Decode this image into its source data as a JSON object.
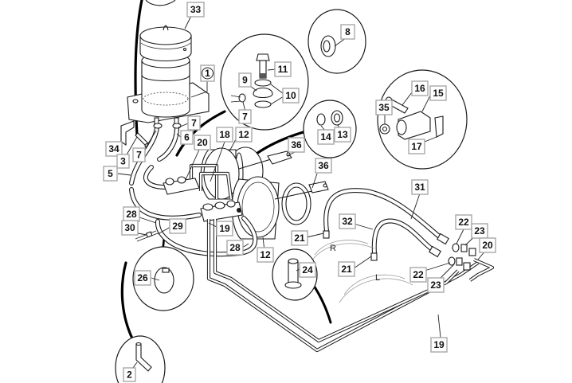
{
  "diagram": {
    "title": "Brake master cylinder and brake lines — exploded parts view",
    "wheel_labels": {
      "right": "R",
      "left": "L"
    },
    "callouts": [
      {
        "id": "c33",
        "label": "33",
        "part": "reservoir-cap"
      },
      {
        "id": "c1",
        "label": "1",
        "part": "fluid-reservoir",
        "circled": true
      },
      {
        "id": "c11",
        "label": "11",
        "part": "banjo-bolt"
      },
      {
        "id": "c9",
        "label": "9",
        "part": "banjo-fitting"
      },
      {
        "id": "c10",
        "label": "10",
        "part": "sealing-washers"
      },
      {
        "id": "c7a",
        "label": "7",
        "part": "hose-clip-detail"
      },
      {
        "id": "c8",
        "label": "8",
        "part": "grommet"
      },
      {
        "id": "c16",
        "label": "16",
        "part": "clevis-pin"
      },
      {
        "id": "c15",
        "label": "15",
        "part": "clevis"
      },
      {
        "id": "c35",
        "label": "35",
        "part": "lock-nut"
      },
      {
        "id": "c17",
        "label": "17",
        "part": "spring-clip"
      },
      {
        "id": "c14",
        "label": "14",
        "part": "washer"
      },
      {
        "id": "c13",
        "label": "13",
        "part": "nut"
      },
      {
        "id": "c7b",
        "label": "7",
        "part": "hose-clip-right"
      },
      {
        "id": "c6",
        "label": "6",
        "part": "feed-hose"
      },
      {
        "id": "c34",
        "label": "34",
        "part": "mounting-bracket"
      },
      {
        "id": "c3",
        "label": "3",
        "part": "bracket-bolt"
      },
      {
        "id": "c7c",
        "label": "7",
        "part": "hose-clip-left"
      },
      {
        "id": "c5",
        "label": "5",
        "part": "feed-hose-left"
      },
      {
        "id": "c20a",
        "label": "20",
        "part": "brake-pipe-upper"
      },
      {
        "id": "c18",
        "label": "18",
        "part": "brake-pipe-loop"
      },
      {
        "id": "c12a",
        "label": "12",
        "part": "master-cylinder-upper"
      },
      {
        "id": "c36a",
        "label": "36",
        "part": "pushrod-upper"
      },
      {
        "id": "c36b",
        "label": "36",
        "part": "pushrod-lower"
      },
      {
        "id": "c28a",
        "label": "28",
        "part": "vacuum-hose-left"
      },
      {
        "id": "c30",
        "label": "30",
        "part": "vacuum-pipe"
      },
      {
        "id": "c29",
        "label": "29",
        "part": "non-return-valve"
      },
      {
        "id": "c19a",
        "label": "19",
        "part": "brake-pipe-manifold"
      },
      {
        "id": "c28b",
        "label": "28",
        "part": "vacuum-hose-right"
      },
      {
        "id": "c12b",
        "label": "12",
        "part": "master-cylinder-lower"
      },
      {
        "id": "c26",
        "label": "26",
        "part": "hose-clamp"
      },
      {
        "id": "c24",
        "label": "24",
        "part": "valve-fitting"
      },
      {
        "id": "c21a",
        "label": "21",
        "part": "bleed-union-right"
      },
      {
        "id": "c21b",
        "label": "21",
        "part": "bleed-union-left"
      },
      {
        "id": "c32",
        "label": "32",
        "part": "flexible-hose-left"
      },
      {
        "id": "c31",
        "label": "31",
        "part": "flexible-hose-right"
      },
      {
        "id": "c22a",
        "label": "22",
        "part": "copper-washer-upper"
      },
      {
        "id": "c23a",
        "label": "23",
        "part": "union-nut-upper"
      },
      {
        "id": "c20b",
        "label": "20",
        "part": "brake-pipe-rear"
      },
      {
        "id": "c22b",
        "label": "22",
        "part": "copper-washer-lower"
      },
      {
        "id": "c23b",
        "label": "23",
        "part": "union-nut-lower"
      },
      {
        "id": "c19b",
        "label": "19",
        "part": "brake-pipe-long"
      },
      {
        "id": "c2",
        "label": "2",
        "part": "elbow-connector"
      }
    ]
  }
}
